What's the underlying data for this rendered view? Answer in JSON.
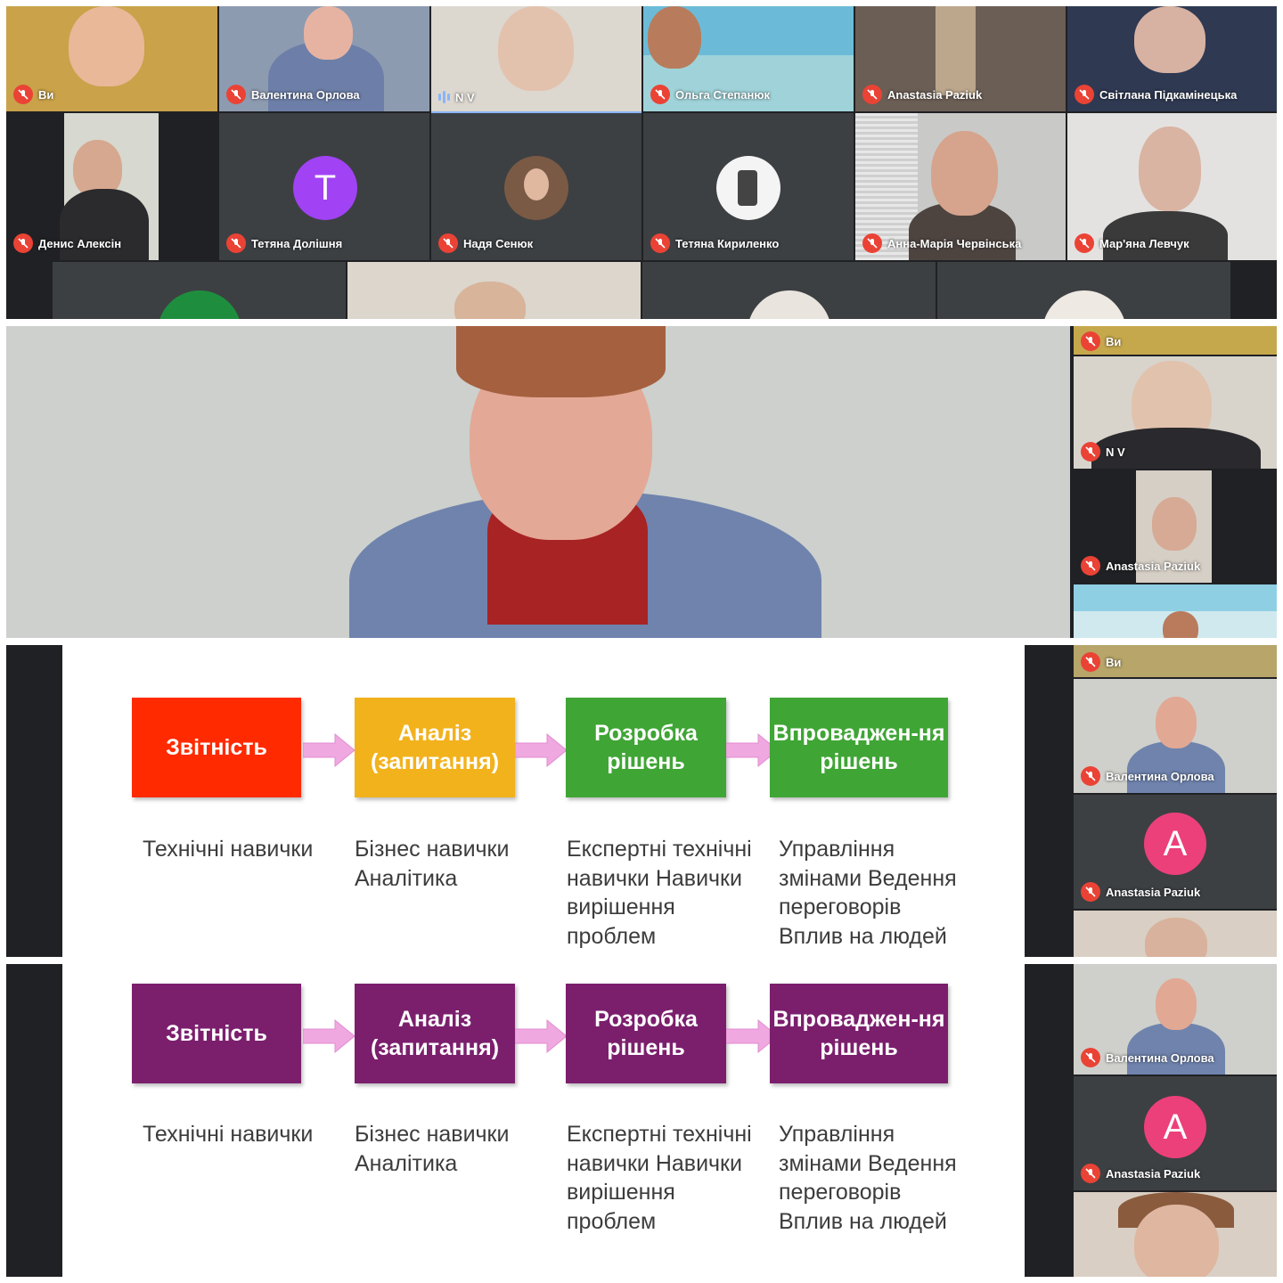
{
  "grid": {
    "row1": [
      "Ви",
      "Валентина Орлова",
      "N V",
      "Ольга Степанюк",
      "Anastasia Paziuk",
      "Світлана Підкамінецька"
    ],
    "row2": [
      "Денис Алексін",
      "Тетяна Долішня",
      "Надя Сенюк",
      "Тетяна Кириленко",
      "Анна-Марія Червінська",
      "Мар'яна Левчук"
    ],
    "avatar_letter_t": "T"
  },
  "speaker_view": {
    "side_tiles": [
      "Ви",
      "N V",
      "Anastasia Paziuk"
    ]
  },
  "slide_view_1": {
    "side_tiles": [
      "Ви",
      "Валентина Орлова",
      "Anastasia Paziuk"
    ],
    "avatar_letter": "A"
  },
  "slide_view_2": {
    "side_tiles": [
      "Валентина Орлова",
      "Anastasia Paziuk"
    ],
    "avatar_letter": "A"
  },
  "slide": {
    "boxes": [
      "Звітність",
      "Аналіз (запитання)",
      "Розробка рішень",
      "Впроваджен-ня рішень"
    ],
    "desc": [
      "Технічні навички",
      "Бізнес навички Аналітика",
      "Експертні технічні навички Навички вирішення проблем",
      "Управління змінами Ведення переговорів Вплив на людей"
    ]
  },
  "colors": {
    "red": "#ff2a00",
    "yellow": "#f2b21c",
    "green": "#3fa535",
    "purple": "#7b1f6d",
    "arrow": "#f0a8e0",
    "mic_off": "#ea4335",
    "avatar_t": "#a142f4",
    "avatar_a": "#ec407a"
  },
  "icons": [
    "mic-off-icon",
    "audio-level-icon",
    "arrow-right-icon"
  ]
}
